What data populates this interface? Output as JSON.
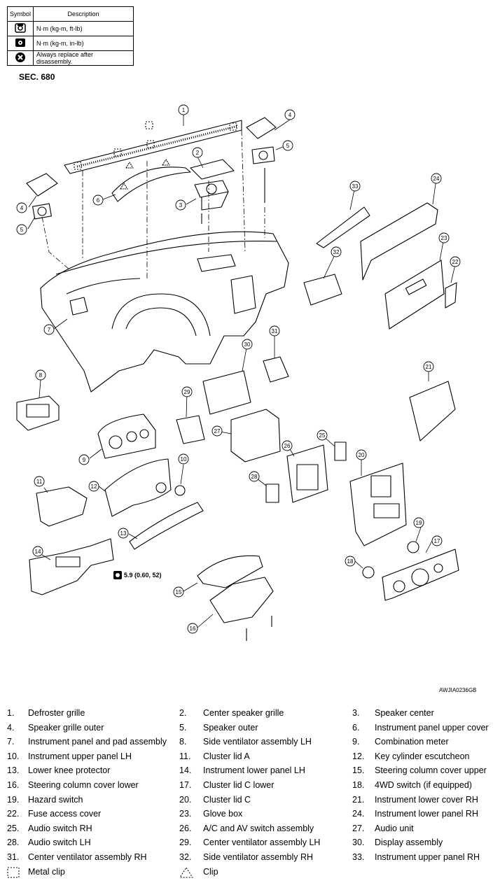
{
  "legend": {
    "headers": [
      "Symbol",
      "Description"
    ],
    "rows": [
      {
        "icon": "torque-kgm-ftlb-icon",
        "desc": "N·m (kg-m, ft-lb)"
      },
      {
        "icon": "torque-kgm-inlb-icon",
        "desc": "N·m (kg-m, in-lb)"
      },
      {
        "icon": "always-replace-icon",
        "desc": "Always replace after disassembly."
      }
    ]
  },
  "section": "SEC. 680",
  "torque_spec": "5.9 (0.60, 52)",
  "figure_code": "AWJIA0236GB",
  "callouts": [
    "1",
    "2",
    "3",
    "4",
    "4",
    "5",
    "5",
    "6",
    "7",
    "8",
    "9",
    "10",
    "11",
    "12",
    "13",
    "14",
    "15",
    "16",
    "17",
    "18",
    "19",
    "20",
    "21",
    "22",
    "23",
    "24",
    "25",
    "26",
    "27",
    "28",
    "29",
    "30",
    "31",
    "32",
    "33"
  ],
  "parts": [
    {
      "num": "1.",
      "name": "Defroster grille"
    },
    {
      "num": "2.",
      "name": "Center speaker grille"
    },
    {
      "num": "3.",
      "name": "Speaker center"
    },
    {
      "num": "4.",
      "name": "Speaker grille outer"
    },
    {
      "num": "5.",
      "name": "Speaker outer"
    },
    {
      "num": "6.",
      "name": "Instrument panel upper cover"
    },
    {
      "num": "7.",
      "name": "Instrument panel and pad assembly"
    },
    {
      "num": "8.",
      "name": "Side ventilator assembly LH"
    },
    {
      "num": "9.",
      "name": "Combination meter"
    },
    {
      "num": "10.",
      "name": "Instrument upper panel LH"
    },
    {
      "num": "11.",
      "name": "Cluster lid A"
    },
    {
      "num": "12.",
      "name": "Key cylinder escutcheon"
    },
    {
      "num": "13.",
      "name": "Lower knee protector"
    },
    {
      "num": "14.",
      "name": "Instrument lower panel LH"
    },
    {
      "num": "15.",
      "name": "Steering column cover upper"
    },
    {
      "num": "16.",
      "name": "Steering column cover lower"
    },
    {
      "num": "17.",
      "name": "Cluster lid C lower"
    },
    {
      "num": "18.",
      "name": "4WD switch (if equipped)"
    },
    {
      "num": "19.",
      "name": "Hazard switch"
    },
    {
      "num": "20.",
      "name": "Cluster lid C"
    },
    {
      "num": "21.",
      "name": "Instrument lower cover RH"
    },
    {
      "num": "22.",
      "name": "Fuse access cover"
    },
    {
      "num": "23.",
      "name": "Glove box"
    },
    {
      "num": "24.",
      "name": "Instrument lower panel RH"
    },
    {
      "num": "25.",
      "name": "Audio switch RH"
    },
    {
      "num": "26.",
      "name": "A/C and AV switch assembly"
    },
    {
      "num": "27.",
      "name": "Audio unit"
    },
    {
      "num": "28.",
      "name": "Audio switch LH"
    },
    {
      "num": "29.",
      "name": "Center ventilator assembly LH"
    },
    {
      "num": "30.",
      "name": "Display assembly"
    },
    {
      "num": "31.",
      "name": "Center ventilator assembly RH"
    },
    {
      "num": "32.",
      "name": "Side ventilator assembly RH"
    },
    {
      "num": "33.",
      "name": "Instrument upper panel RH"
    }
  ],
  "symbol_keys": [
    {
      "icon": "metal-clip-icon",
      "name": "Metal clip"
    },
    {
      "icon": "clip-icon",
      "name": "Clip"
    }
  ]
}
